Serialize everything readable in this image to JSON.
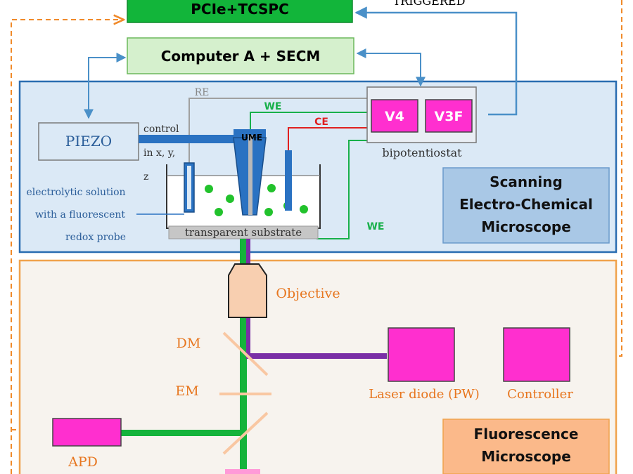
{
  "blocks": {
    "pcie": "PCIe+TCSPC",
    "triggered": "TRIGGERED",
    "computer": "Computer A + SECM",
    "piezo": "PIEZO",
    "v4": "V4",
    "v3f": "V3F",
    "bipotentiostat": "bipotentiostat",
    "secm_line1": "Scanning",
    "secm_line2": "Electro-Chemical",
    "secm_line3": "Microscope",
    "fm_line1": "Fluorescence",
    "fm_line2": "Microscope",
    "laser": "Laser diode (PW)",
    "controller": "Controller",
    "apd": "APD"
  },
  "labels": {
    "re": "RE",
    "we_top": "WE",
    "ce": "CE",
    "we_bottom": "WE",
    "ume": "UME",
    "control_1": "control",
    "control_2": "in x, y,",
    "control_3": "z",
    "solution_1": "electrolytic solution",
    "solution_2": "with a fluorescent",
    "solution_3": "redox probe",
    "substrate": "transparent substrate",
    "objective": "Objective",
    "dm": "DM",
    "em": "EM"
  },
  "colors": {
    "green_box": "#12b53a",
    "computer_box": "#d5f0cd",
    "secm_bg": "#dbe9f6",
    "secm_border": "#2a6db1",
    "fm_bg": "#f7f3ee",
    "fm_border": "#f0a24c",
    "magenta": "#ff2fcf",
    "beam_green": "#15b33b",
    "beam_purple": "#7a2fa6",
    "arrow_blue": "#4a90c8",
    "label_orange": "#e7761f",
    "ce_red": "#e02020",
    "we_green": "#18b04a"
  }
}
